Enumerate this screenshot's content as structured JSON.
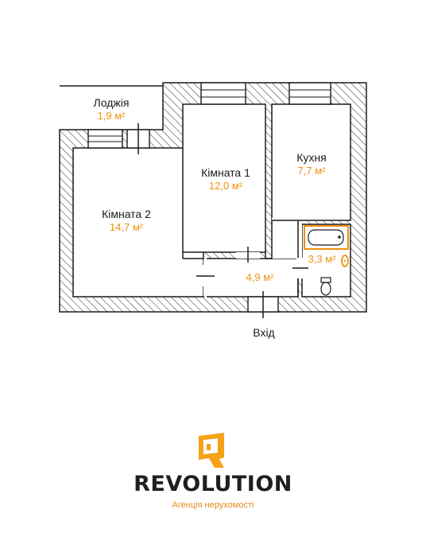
{
  "plan": {
    "rooms": {
      "loggia": {
        "name": "Лоджія",
        "area": "1,9 м²"
      },
      "room1": {
        "name": "Кімната 1",
        "area": "12,0 м²"
      },
      "room2": {
        "name": "Кімната 2",
        "area": "14,7 м²"
      },
      "kitchen": {
        "name": "Кухня",
        "area": "7,7 м²"
      },
      "hall": {
        "area": "4,9 м²"
      },
      "bathroom": {
        "area": "3,3 м²"
      }
    },
    "entrance_label": "Вхід",
    "colors": {
      "wall": "#1a1a1a",
      "accent": "#f0900f"
    }
  },
  "brand": {
    "name": "REVOLUTION",
    "tagline": "Агенція нерухомості",
    "accent_color": "#f5a215"
  }
}
